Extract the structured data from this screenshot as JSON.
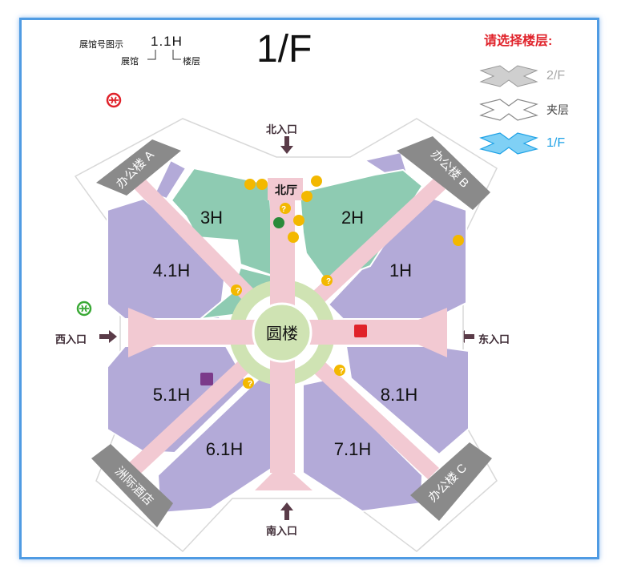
{
  "legend": {
    "label": "展馆号图示",
    "code": "1.1H",
    "hall_label": "展馆",
    "floor_label": "楼层"
  },
  "current_floor": "1/F",
  "floor_selector": {
    "title": "请选择楼层:",
    "options": [
      {
        "label": "2/F",
        "color": "#a8a8a8"
      },
      {
        "label": "夹层",
        "color": "#444444"
      },
      {
        "label": "1/F",
        "color": "#1da1e6",
        "selected": true
      }
    ]
  },
  "entrances": {
    "north": "北入口",
    "south": "南入口",
    "east": "东入口",
    "west": "西入口"
  },
  "halls": {
    "h3": "3H",
    "h2": "2H",
    "h41": "4.1H",
    "h1": "1H",
    "h51": "5.1H",
    "h81": "8.1H",
    "h61": "6.1H",
    "h71": "7.1H"
  },
  "center": "圆楼",
  "north_hall": "北厅",
  "wings": {
    "a": "办公楼 A",
    "b": "办公楼 B",
    "c": "办公楼 C",
    "hotel": "洲际酒店"
  },
  "colors": {
    "hall": "#b3aad8",
    "green_hall": "#8ecbb2",
    "corridor": "#f2c9d2",
    "ring": "#cfe3b3",
    "wing": "#8a8a8a",
    "accent_red": "#e0222a",
    "accent_blue": "#1da1e6"
  }
}
